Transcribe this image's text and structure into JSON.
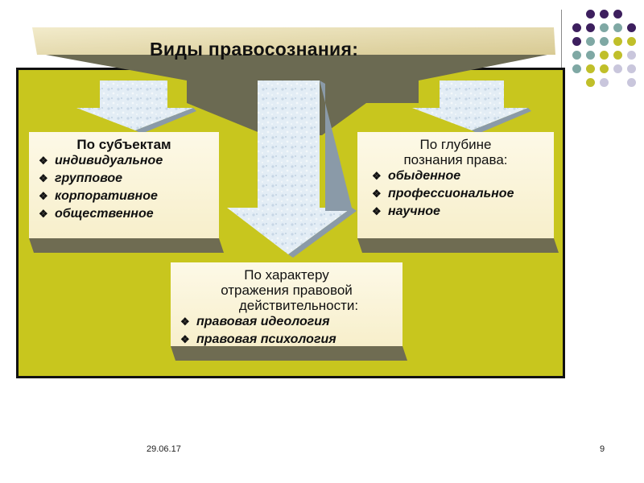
{
  "title": "Виды правосознания:",
  "bullet_glyph": "❖",
  "card_subjects": {
    "title": "По субъектам",
    "items": [
      "индивидуальное",
      "групповое",
      "корпоративное",
      "общественное"
    ]
  },
  "card_depth": {
    "title_line1": "По глубине",
    "title_line2": "познания права:",
    "items": [
      "обыденное",
      "профессиональное",
      "научное"
    ]
  },
  "card_character": {
    "title_line1": "По характеру",
    "title_line2": "отражения правовой",
    "title_line3": "действительности:",
    "items": [
      "правовая идеология",
      "правовая психология"
    ]
  },
  "footer": {
    "date": "29.06.17",
    "page": "9"
  },
  "colors": {
    "panel": "#c8c61e",
    "banner": "#e9dfb3",
    "banner_shadow": "#6b6a52",
    "arrow": "#dde9f2",
    "dot_purple": "#3d1f5e",
    "dot_teal": "#7fa8a4",
    "dot_olive": "#c0bf2a",
    "dot_lilac": "#c9c6dc"
  }
}
